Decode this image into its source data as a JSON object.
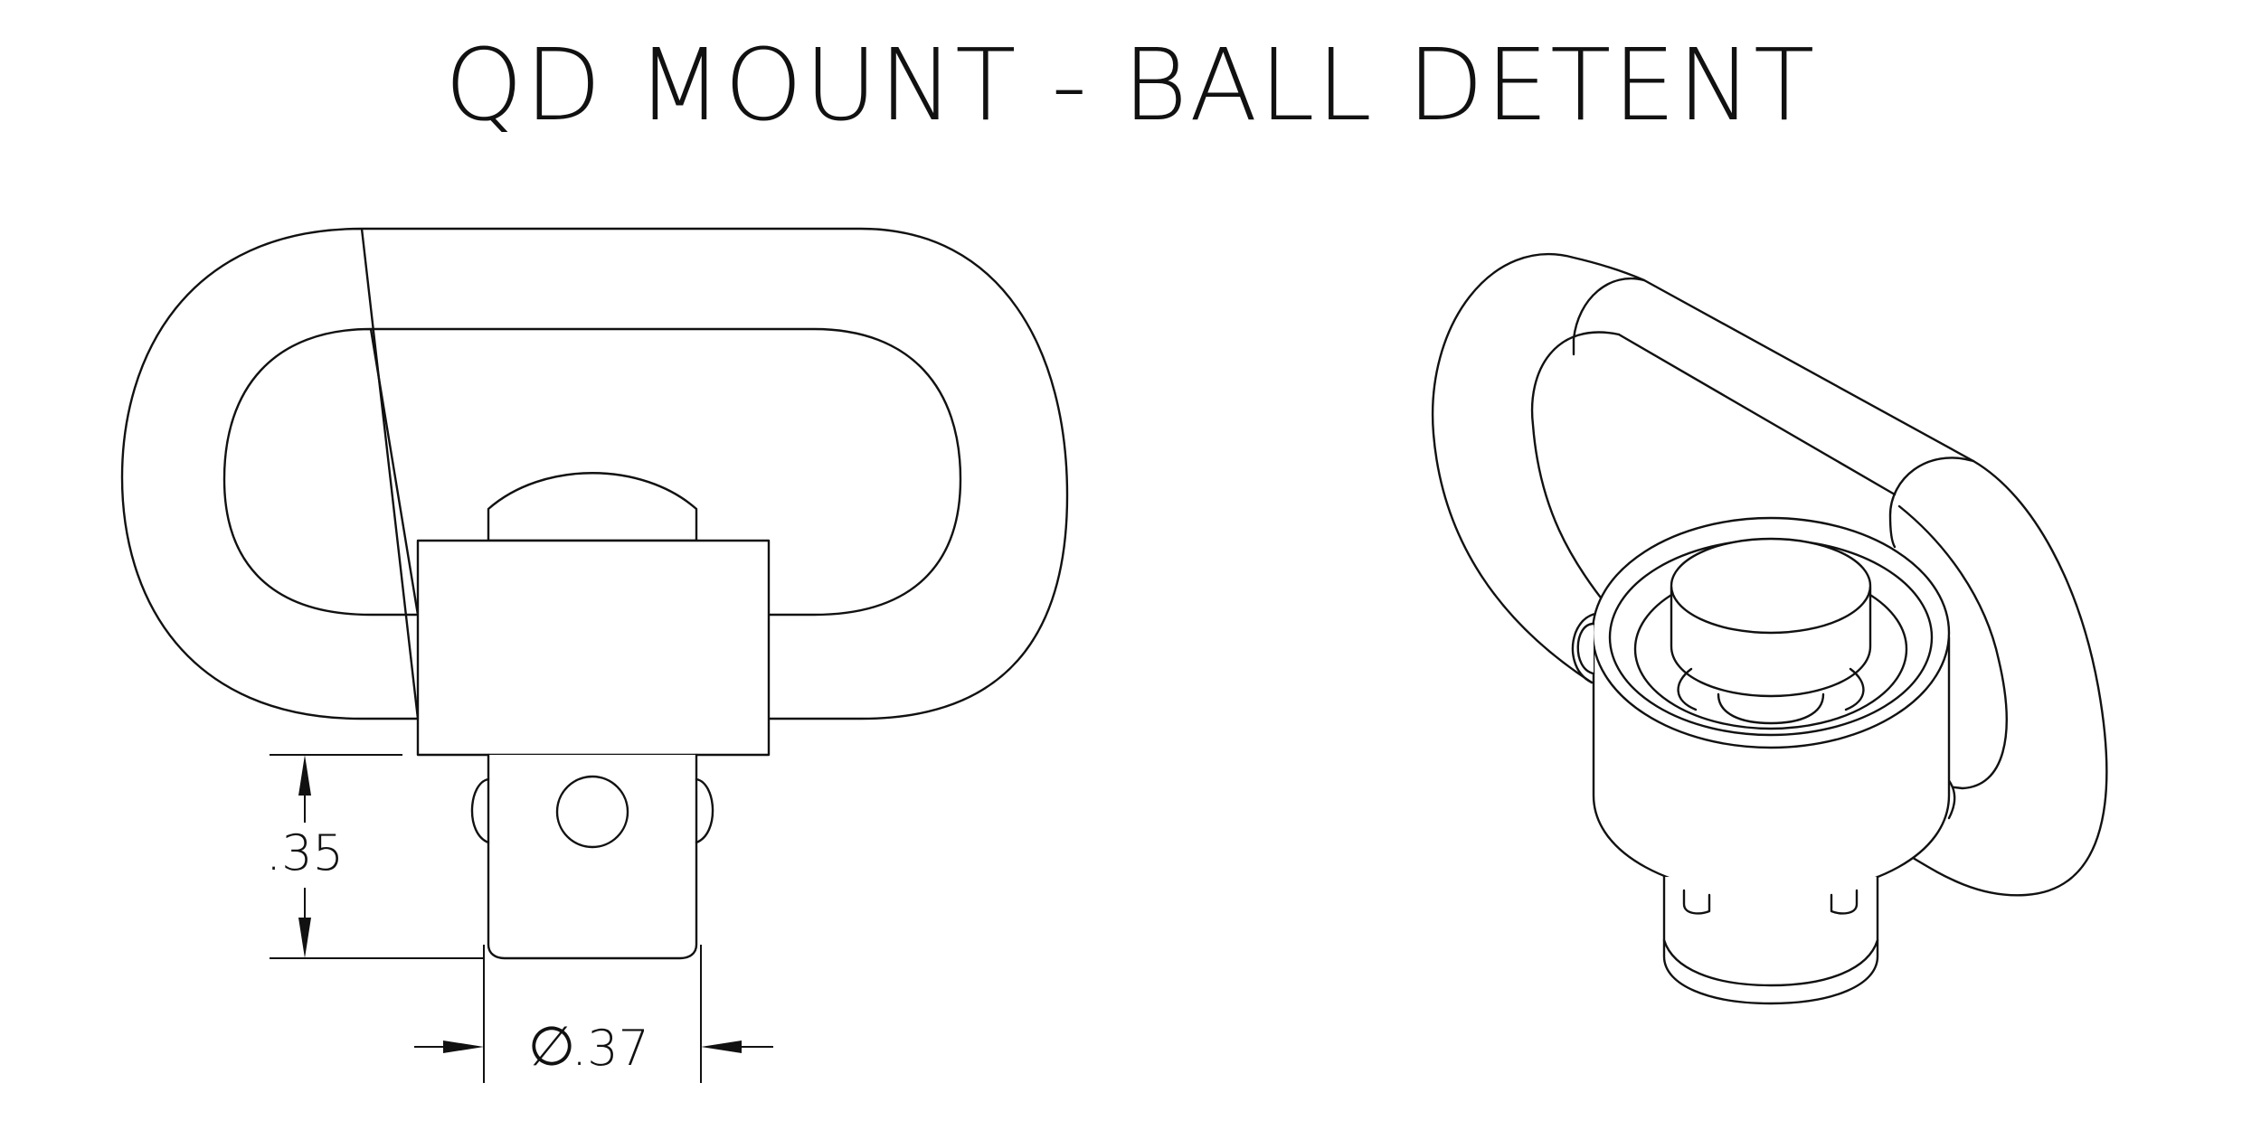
{
  "title": "QD MOUNT - BALL DETENT",
  "dimensions": {
    "height": ".35",
    "diameter_symbol": "∅",
    "diameter": ".37"
  },
  "colors": {
    "line": "#111111",
    "background": "#ffffff"
  }
}
